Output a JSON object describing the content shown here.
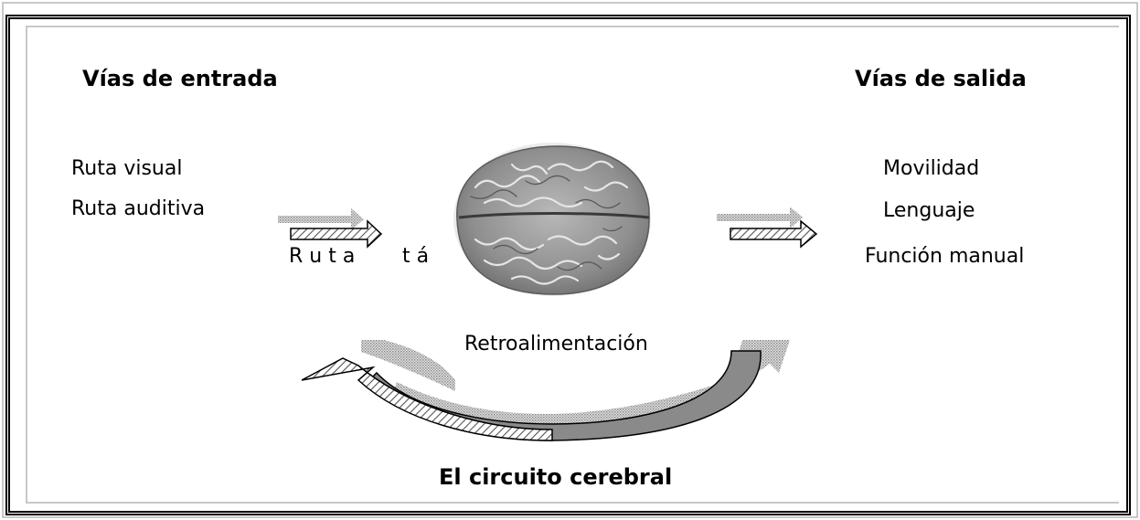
{
  "diagram": {
    "input_title": "Vías de entrada",
    "output_title": "Vías de salida",
    "inputs": [
      "Ruta visual",
      "Ruta auditiva"
    ],
    "input_route_left": "R u t a",
    "input_route_right": "t á",
    "outputs": [
      "Movilidad",
      "Lenguaje",
      "Función manual"
    ],
    "feedback_label": "Retroalimentación",
    "caption": "El circuito cerebral"
  }
}
